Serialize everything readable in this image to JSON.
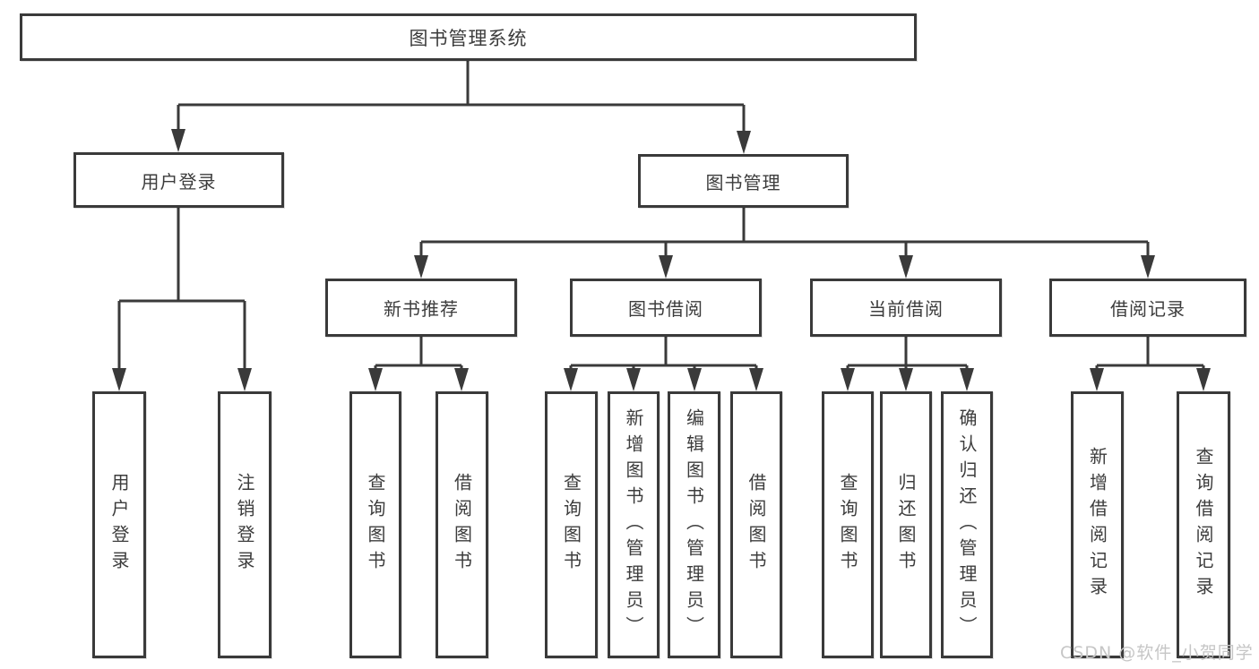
{
  "tree": {
    "root": {
      "label": "图书管理系统"
    },
    "branches": [
      {
        "label": "用户登录",
        "children": [
          {
            "label": "用户登录"
          },
          {
            "label": "注销登录"
          }
        ]
      },
      {
        "label": "图书管理",
        "children": [
          {
            "label": "新书推荐",
            "children": [
              {
                "label": "查询图书"
              },
              {
                "label": "借阅图书"
              }
            ]
          },
          {
            "label": "图书借阅",
            "children": [
              {
                "label": "查询图书"
              },
              {
                "label": "新增图书（管理员）"
              },
              {
                "label": "编辑图书（管理员）"
              },
              {
                "label": "借阅图书"
              }
            ]
          },
          {
            "label": "当前借阅",
            "children": [
              {
                "label": "查询图书"
              },
              {
                "label": "归还图书"
              },
              {
                "label": "确认归还（管理员）"
              }
            ]
          },
          {
            "label": "借阅记录",
            "children": [
              {
                "label": "新增借阅记录"
              },
              {
                "label": "查询借阅记录"
              }
            ]
          }
        ]
      }
    ]
  },
  "watermark": {
    "text": "CSDN @软件_小贺同学"
  },
  "colors": {
    "line": "#3a3a3a",
    "text": "#3c3c3c",
    "background": "#ffffff",
    "watermark": "#c6c6c6"
  }
}
